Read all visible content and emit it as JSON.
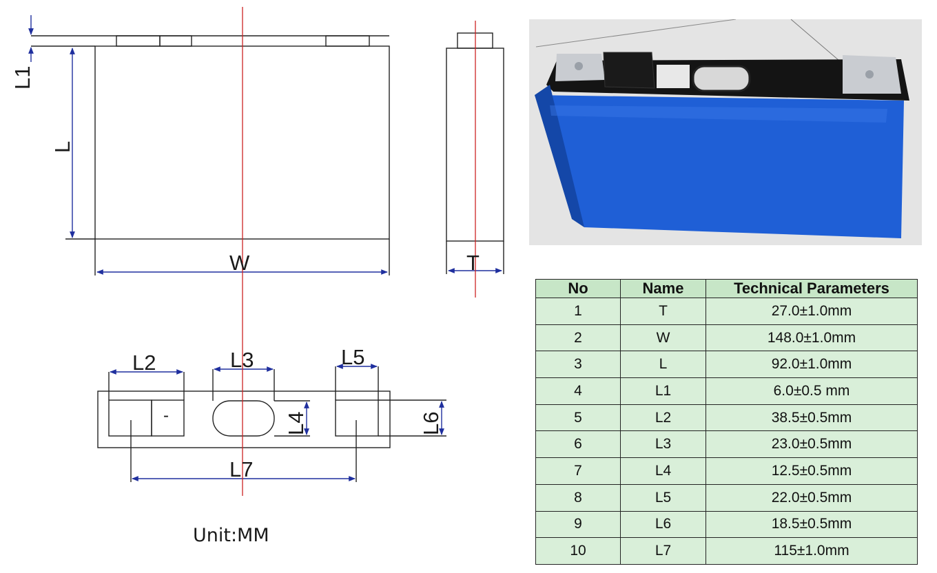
{
  "drawing": {
    "labels": {
      "L1": "L1",
      "L": "L",
      "W": "W",
      "T": "T",
      "L2": "L2",
      "L3": "L3",
      "L4": "L4",
      "L5": "L5",
      "L6": "L6",
      "L7": "L7",
      "minus": "-"
    },
    "unit_text": "Unit:MM",
    "colors": {
      "outline": "#222222",
      "dimension": "#1f2f9e",
      "centerline": "#cc2222"
    }
  },
  "photo": {
    "colors": {
      "body": "#1f5fd6",
      "top": "#121212",
      "terminal": "#c9ccd1",
      "background": "#e4e4e4"
    }
  },
  "table": {
    "headers": [
      "No",
      "Name",
      "Technical Parameters"
    ],
    "rows": [
      [
        "1",
        "T",
        "27.0±1.0mm"
      ],
      [
        "2",
        "W",
        "148.0±1.0mm"
      ],
      [
        "3",
        "L",
        "92.0±1.0mm"
      ],
      [
        "4",
        "L1",
        "6.0±0.5 mm"
      ],
      [
        "5",
        "L2",
        "38.5±0.5mm"
      ],
      [
        "6",
        "L3",
        "23.0±0.5mm"
      ],
      [
        "7",
        "L4",
        "12.5±0.5mm"
      ],
      [
        "8",
        "L5",
        "22.0±0.5mm"
      ],
      [
        "9",
        "L6",
        "18.5±0.5mm"
      ],
      [
        "10",
        "L7",
        "115±1.0mm"
      ]
    ],
    "colors": {
      "header_bg": "#c7e6c7",
      "cell_bg": "#d9efd9"
    }
  }
}
